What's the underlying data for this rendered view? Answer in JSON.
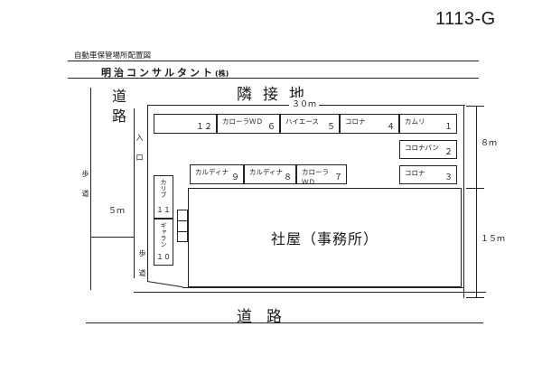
{
  "header": {
    "doc_id": "1113-G",
    "title": "自動車保管場所配置図",
    "company": "明治コンサルタント",
    "company_mark": "(株)"
  },
  "map": {
    "neighbor": "隣接地",
    "road_top_left": "道路",
    "road_bottom": "道路",
    "entrance": "入口",
    "sidewalk_upper": "歩道",
    "sidewalk_lower": "歩道",
    "office": "社屋（事務所）",
    "dims": {
      "width": "３０ｍ",
      "road_width": "５ｍ",
      "upper_depth": "８ｍ",
      "lower_depth": "１５ｍ"
    },
    "top_row": [
      {
        "name": "",
        "num": "１２"
      },
      {
        "name": "カローラＷＤ",
        "num": "６"
      },
      {
        "name": "ハイエース",
        "num": "５"
      },
      {
        "name": "コロナ",
        "num": "４"
      },
      {
        "name": "カムリ",
        "num": "１"
      }
    ],
    "right_column": [
      {
        "name": "コロナバン",
        "num": "２"
      },
      {
        "name": "コロナ",
        "num": "３"
      }
    ],
    "middle_row": [
      {
        "name": "カルディナ",
        "num": "９"
      },
      {
        "name": "カルディナ",
        "num": "８"
      },
      {
        "name": "カローラＷＤ",
        "num": "７"
      }
    ],
    "left_column": [
      {
        "name": "カリブ",
        "num": "１１"
      },
      {
        "name": "ギャラン",
        "num": "１０"
      }
    ]
  }
}
